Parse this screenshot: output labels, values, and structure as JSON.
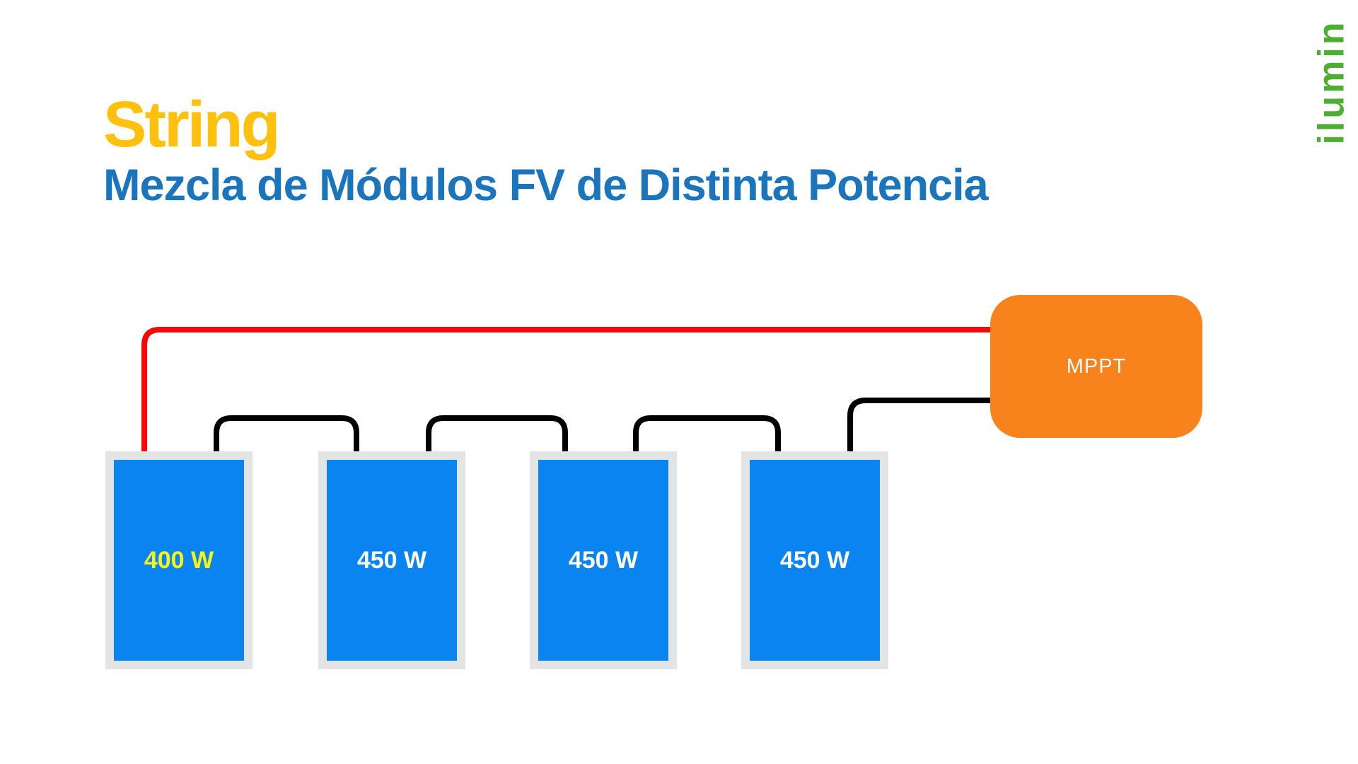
{
  "slide": {
    "title": "String",
    "subtitle": "Mezcla de Módulos FV de Distinta Potencia",
    "brand": "ilumin"
  },
  "diagram": {
    "mppt": {
      "label": "MPPT",
      "fill": "#F8821B",
      "text_color": "#FFFFFF"
    },
    "panels": [
      {
        "label": "400 W",
        "label_color": "#F7F518",
        "fill": "#0A84F1",
        "frame": "#E4E4E4"
      },
      {
        "label": "450 W",
        "label_color": "#FFFFFF",
        "fill": "#0A84F1",
        "frame": "#E4E4E4"
      },
      {
        "label": "450 W",
        "label_color": "#FFFFFF",
        "fill": "#0A84F1",
        "frame": "#E4E4E4"
      },
      {
        "label": "450 W",
        "label_color": "#FFFFFF",
        "fill": "#0A84F1",
        "frame": "#E4E4E4"
      }
    ],
    "wires": [
      {
        "name": "positive-wire",
        "color": "#F90606",
        "from": "module-1",
        "to": "MPPT"
      },
      {
        "name": "series-wire-1",
        "color": "#000000",
        "from": "module-1",
        "to": "module-2"
      },
      {
        "name": "series-wire-2",
        "color": "#000000",
        "from": "module-2",
        "to": "module-3"
      },
      {
        "name": "series-wire-3",
        "color": "#000000",
        "from": "module-3",
        "to": "module-4"
      },
      {
        "name": "negative-wire",
        "color": "#000000",
        "from": "module-4",
        "to": "MPPT"
      }
    ]
  },
  "colors": {
    "title": "#FFC10E",
    "subtitle": "#1B75BC",
    "brand": "#4CAF32",
    "background": "#FFFFFF"
  }
}
